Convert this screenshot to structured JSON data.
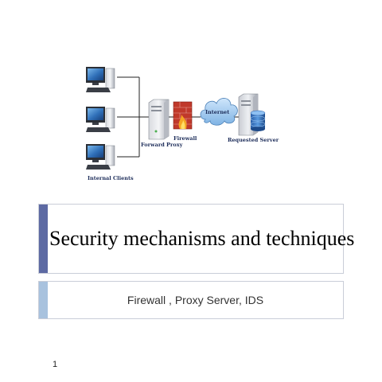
{
  "diagram": {
    "labels": {
      "internal_clients": "Internal Clients",
      "forward_proxy": "Forward Proxy",
      "firewall": "Firewall",
      "internet": "Internet",
      "requested_server": "Requested Server"
    },
    "icons": [
      "computer-icon",
      "computer-icon",
      "computer-icon",
      "proxy-server-icon",
      "firewall-icon",
      "internet-cloud-icon",
      "server-database-icon"
    ]
  },
  "slide": {
    "title": "Security mechanisms and techniques",
    "subtitle": "Firewall , Proxy Server, IDS",
    "page_number": "1"
  },
  "colors": {
    "title_bar": "#5d6aa3",
    "subtitle_bar": "#a8c2de",
    "box_border": "#c9cdd8",
    "diagram_label": "#1d2d5a"
  }
}
